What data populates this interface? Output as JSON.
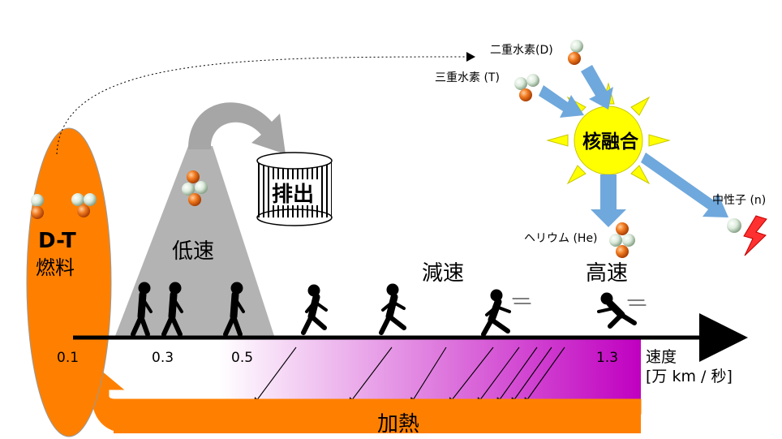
{
  "fuel": {
    "line1": "D-T",
    "line2": "燃料"
  },
  "exhaust": {
    "label": "排出"
  },
  "speed_labels": {
    "slow": "低速",
    "decel": "減速",
    "fast": "高速"
  },
  "axis": {
    "ticks": [
      "0.1",
      "0.3",
      "0.5",
      "1.3"
    ],
    "title_line1": "速度",
    "title_line2": "[万 km / 秒]"
  },
  "fusion": {
    "center": "核融合",
    "deuterium": "二重水素(D)",
    "tritium": "三重水素 (T)",
    "helium": "ヘリウム (He)",
    "neutron": "中性子 (n)"
  },
  "heating": {
    "label": "加熱"
  },
  "colors": {
    "fuel": "#ff8000",
    "cone": "#b3b3b3",
    "sun": "#ffff00",
    "fusion_arrow": "#6fa8dc",
    "heat_arrow": "#ff8000",
    "gradient_end": "#c000c0",
    "proton": "#e06010",
    "neutron_ball": "#d8ead8"
  }
}
